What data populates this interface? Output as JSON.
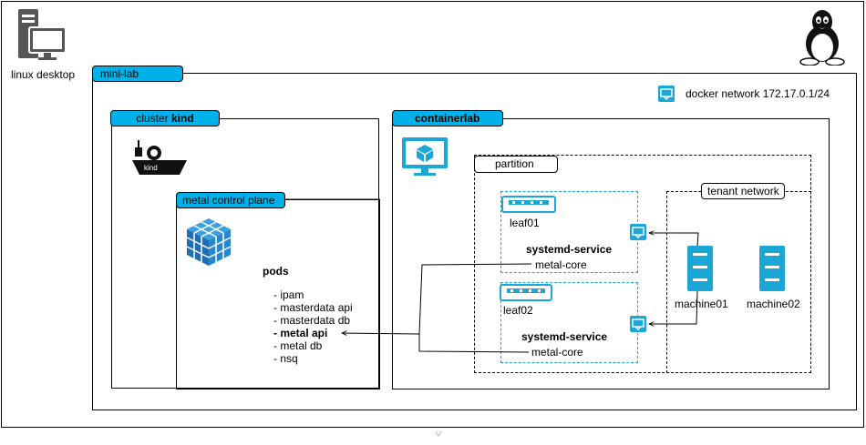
{
  "desktop": {
    "label": "linux desktop"
  },
  "minilab": {
    "title": "mini-lab"
  },
  "docker": {
    "label": "docker network 172.17.0.1/24"
  },
  "cluster": {
    "prefix": "cluster ",
    "name": "kind"
  },
  "kind_logo": {
    "text": "kind"
  },
  "control_plane": {
    "title": "metal control plane"
  },
  "pods": {
    "title": "pods",
    "items": [
      {
        "text": "- ipam",
        "bold": false
      },
      {
        "text": "- masterdata api",
        "bold": false
      },
      {
        "text": "- masterdata db",
        "bold": false
      },
      {
        "text": "- metal api",
        "bold": true
      },
      {
        "text": "- metal db",
        "bold": false
      },
      {
        "text": "- nsq",
        "bold": false
      }
    ]
  },
  "containerlab": {
    "title": "containerlab"
  },
  "partition": {
    "title": "partition"
  },
  "tenant": {
    "title": "tenant network"
  },
  "leaf01": {
    "name": "leaf01",
    "service": "systemd-service",
    "core": "metal-core"
  },
  "leaf02": {
    "name": "leaf02",
    "service": "systemd-service",
    "core": "metal-core"
  },
  "machines": [
    {
      "name": "machine01"
    },
    {
      "name": "machine02"
    }
  ],
  "colors": {
    "accent": "#00b0e8",
    "icon_blue": "#1aa7d6",
    "linux_gray": "#555555"
  }
}
